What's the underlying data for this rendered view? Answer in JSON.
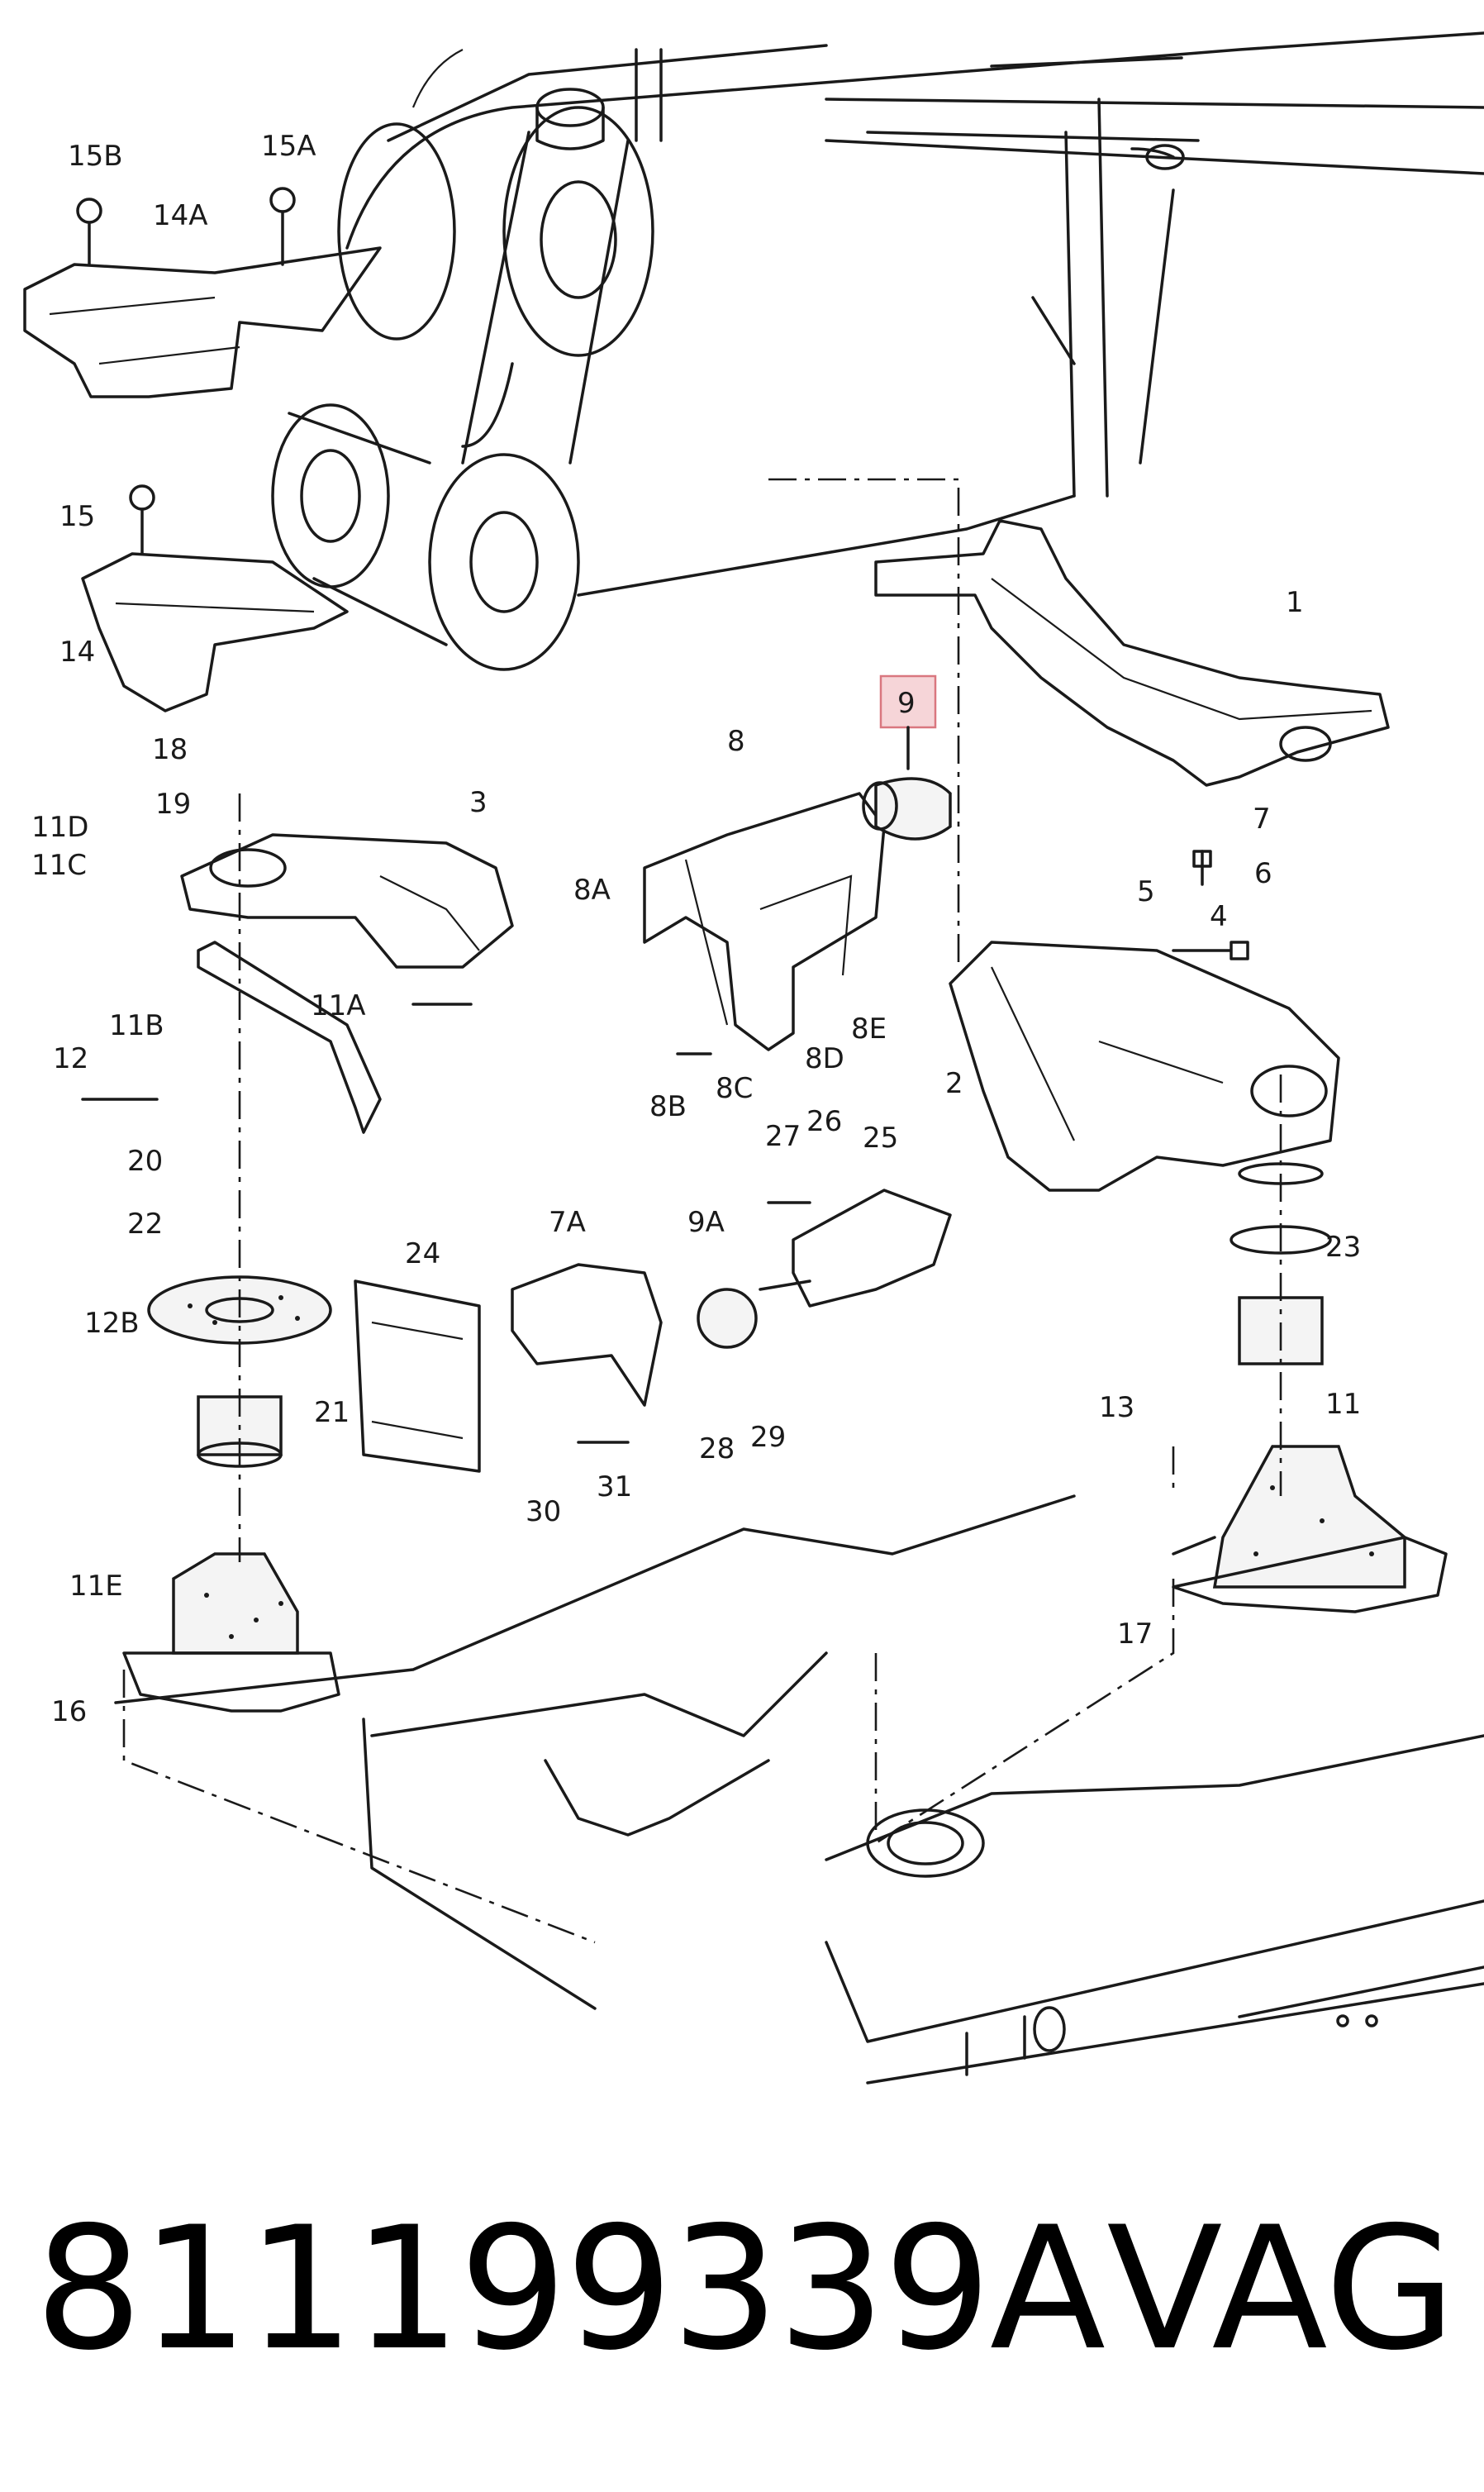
{
  "highlight_color": "#f6d5d8",
  "callouts": [
    "15B",
    "15A",
    "14A",
    "15",
    "14",
    "1",
    "9",
    "8",
    "3",
    "18",
    "19",
    "11D",
    "11C",
    "8A",
    "7",
    "6",
    "5",
    "4",
    "2",
    "11A",
    "11B",
    "8E",
    "8D",
    "8C",
    "8B",
    "12",
    "20",
    "27",
    "26",
    "25",
    "22",
    "24",
    "7A",
    "9A",
    "23",
    "21",
    "12B",
    "13",
    "11",
    "28",
    "29",
    "30",
    "31",
    "11E",
    "16",
    "17"
  ],
  "caption": {
    "part_number": "811199339A",
    "brand": "VAG"
  }
}
